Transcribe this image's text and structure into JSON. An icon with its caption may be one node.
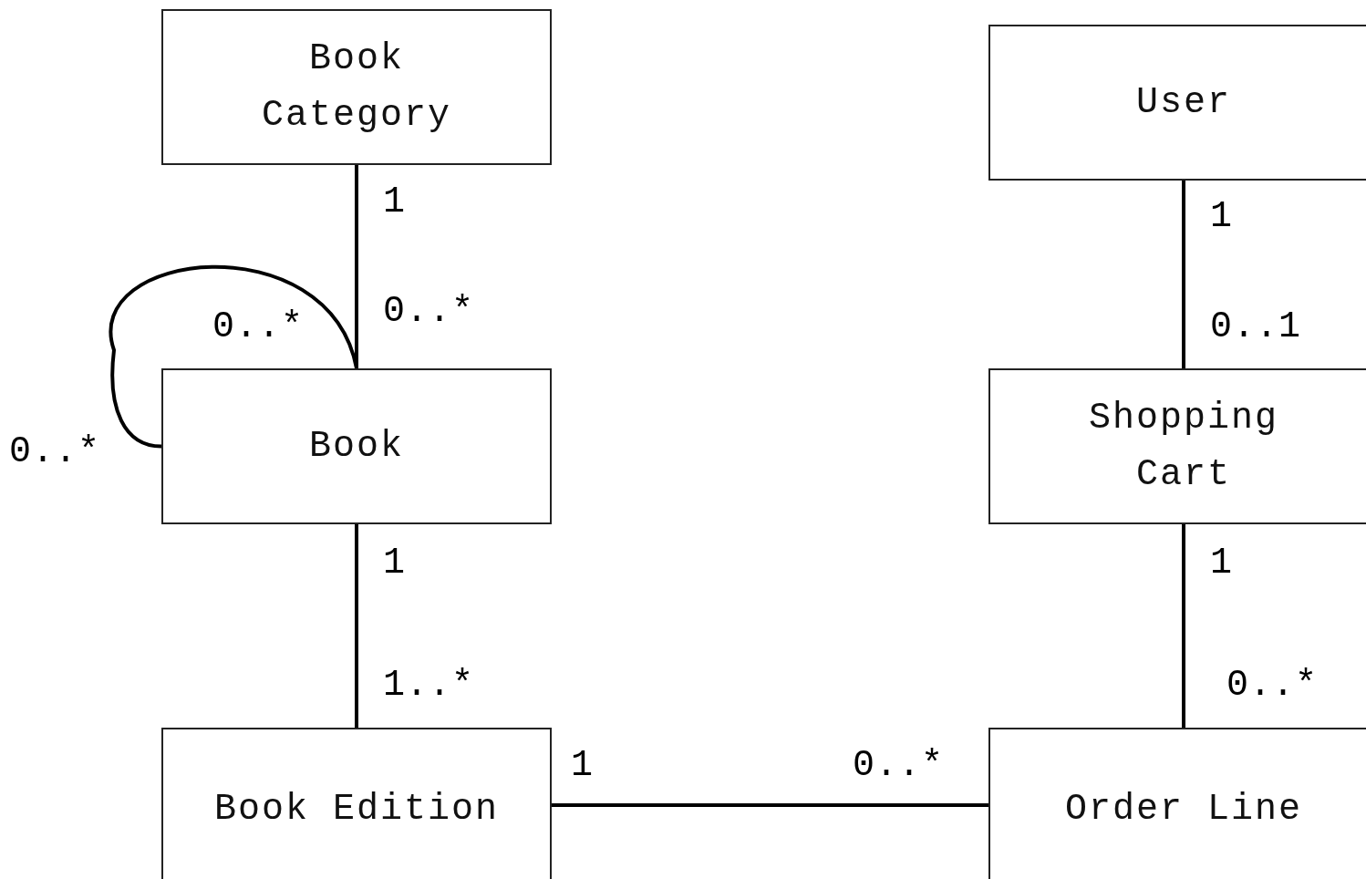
{
  "diagram": {
    "nodes": [
      {
        "text": [
          "Book Category"
        ]
      },
      {
        "text": [
          "User"
        ]
      },
      {
        "text": [
          "Book"
        ]
      },
      {
        "text": [
          "Shopping Cart"
        ]
      },
      {
        "text": [
          "Book Edition"
        ]
      },
      {
        "text": [
          "Order Line"
        ]
      }
    ],
    "edges": [
      {
        "from": 0,
        "to": 2,
        "arrow": "none"
      },
      {
        "from": 2,
        "to": 2,
        "arrow": "none"
      },
      {
        "from": 2,
        "to": 4,
        "arrow": "none"
      },
      {
        "from": 4,
        "to": 5,
        "arrow": "none"
      },
      {
        "from": 1,
        "to": 3,
        "arrow": "none"
      },
      {
        "from": 3,
        "to": 5,
        "arrow": "none"
      }
    ],
    "labels": [
      "1",
      "1",
      "0..*",
      "0..*",
      "0..1",
      "0..*",
      "1",
      "1",
      "1..*",
      "0..*",
      "1",
      "0..*"
    ]
  }
}
